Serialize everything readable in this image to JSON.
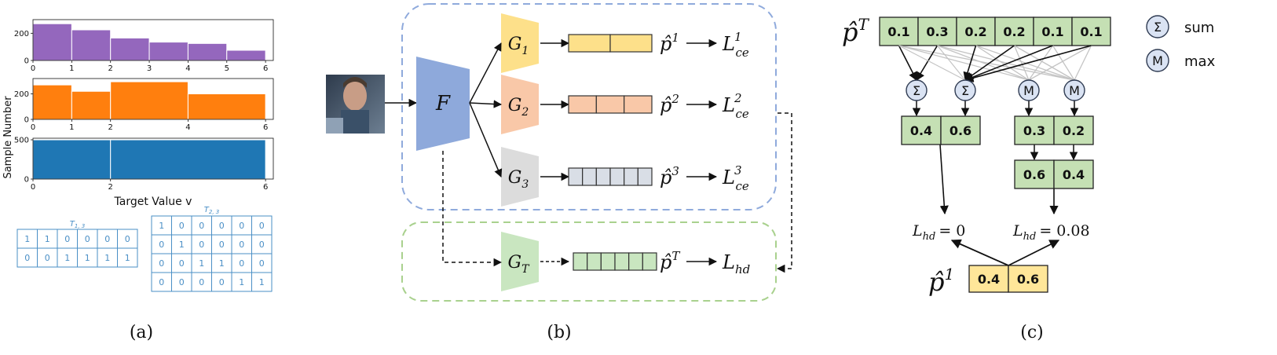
{
  "panel_a": {
    "caption": "(a)",
    "ylabel": "Sample Number",
    "xlabel": "Target Value v",
    "colors": {
      "purple": "#9467bd",
      "orange": "#ff7f0e",
      "blue": "#1f77b4",
      "table": "#4a8fc6"
    },
    "charts": [
      {
        "name": "top",
        "bins": [
          [
            0,
            1
          ],
          [
            1,
            2
          ],
          [
            2,
            3
          ],
          [
            3,
            4
          ],
          [
            4,
            5
          ],
          [
            5,
            6
          ]
        ],
        "values": [
          270,
          225,
          165,
          135,
          125,
          75
        ],
        "ylim": [
          0,
          300
        ],
        "yticks": [
          "0",
          "200"
        ],
        "xticks": [
          "0",
          "1",
          "2",
          "3",
          "4",
          "5",
          "6"
        ],
        "xtick_vals": [
          0,
          1,
          2,
          3,
          4,
          5,
          6
        ]
      },
      {
        "name": "middle",
        "bins": [
          [
            0,
            1
          ],
          [
            1,
            2
          ],
          [
            2,
            4
          ],
          [
            4,
            6
          ]
        ],
        "values": [
          270,
          220,
          295,
          200
        ],
        "ylim": [
          0,
          320
        ],
        "yticks": [
          "0",
          "200"
        ],
        "xticks": [
          "0",
          "1",
          "2",
          "4",
          "6"
        ],
        "xtick_vals": [
          0,
          1,
          2,
          4,
          6
        ]
      },
      {
        "name": "bottom",
        "bins": [
          [
            0,
            2
          ],
          [
            2,
            6
          ]
        ],
        "values": [
          500,
          500
        ],
        "ylim": [
          0,
          520
        ],
        "yticks": [
          "0",
          "500"
        ],
        "xticks": [
          "0",
          "2",
          "6"
        ],
        "xtick_vals": [
          0,
          2,
          6
        ]
      }
    ],
    "tables": [
      {
        "title": "T1,3",
        "title_main": "T",
        "title_sub": "1, 3",
        "rows": [
          [
            "1",
            "1",
            "0",
            "0",
            "0",
            "0"
          ],
          [
            "0",
            "0",
            "1",
            "1",
            "1",
            "1"
          ]
        ]
      },
      {
        "title": "T2,3",
        "title_main": "T",
        "title_sub": "2, 3",
        "rows": [
          [
            "1",
            "0",
            "0",
            "0",
            "0",
            "0"
          ],
          [
            "0",
            "1",
            "0",
            "0",
            "0",
            "0"
          ],
          [
            "0",
            "0",
            "1",
            "1",
            "0",
            "0"
          ],
          [
            "0",
            "0",
            "0",
            "0",
            "1",
            "1"
          ]
        ]
      }
    ]
  },
  "panel_b": {
    "caption": "(b)",
    "backbone_label": "F",
    "heads": [
      {
        "main": "G",
        "sub": "1",
        "color": "#fde08a",
        "cells": 2,
        "pred": "p̂",
        "pred_sup": "1",
        "loss": "L",
        "loss_sub": "ce",
        "loss_sup": "1"
      },
      {
        "main": "G",
        "sub": "2",
        "color": "#f9c8a8",
        "cells": 3,
        "pred": "p̂",
        "pred_sup": "2",
        "loss": "L",
        "loss_sub": "ce",
        "loss_sup": "2"
      },
      {
        "main": "G",
        "sub": "3",
        "color": "#dcdcdc",
        "cells": 6,
        "pred": "p̂",
        "pred_sup": "3",
        "loss": "L",
        "loss_sub": "ce",
        "loss_sup": "3"
      },
      {
        "main": "G",
        "sub": "T",
        "color": "#c9e6c0",
        "cells": 6,
        "pred": "p̂",
        "pred_sup": "T",
        "loss": "L",
        "loss_sub": "hd",
        "loss_sup": ""
      }
    ],
    "colors": {
      "backbone": "#8ea9db",
      "box_cells_blue": "#c8d8ef",
      "dash_blue": "#8faadc",
      "dash_green": "#a9d18e"
    }
  },
  "panel_c": {
    "caption": "(c)",
    "pT_label": "p̂",
    "pT_sup": "T",
    "pT_values": [
      "0.1",
      "0.3",
      "0.2",
      "0.2",
      "0.1",
      "0.1"
    ],
    "sum_symbol": "Σ",
    "max_symbol": "M",
    "sum_result": [
      "0.4",
      "0.6"
    ],
    "max_result": [
      "0.3",
      "0.2"
    ],
    "max_normalized": [
      "0.6",
      "0.4"
    ],
    "loss_left": "= 0",
    "loss_right": "= 0.08",
    "loss_label": "L",
    "loss_sub": "hd",
    "p1_label": "p̂",
    "p1_sup": "1",
    "p1_values": [
      "0.4",
      "0.6"
    ],
    "legend": [
      {
        "symbol": "Σ",
        "label": "sum"
      },
      {
        "symbol": "M",
        "label": "max"
      }
    ],
    "colors": {
      "green": "#c5e0b4",
      "yellow": "#ffe699",
      "node": "#dae3f3",
      "node_stroke": "#2f3b52"
    }
  }
}
